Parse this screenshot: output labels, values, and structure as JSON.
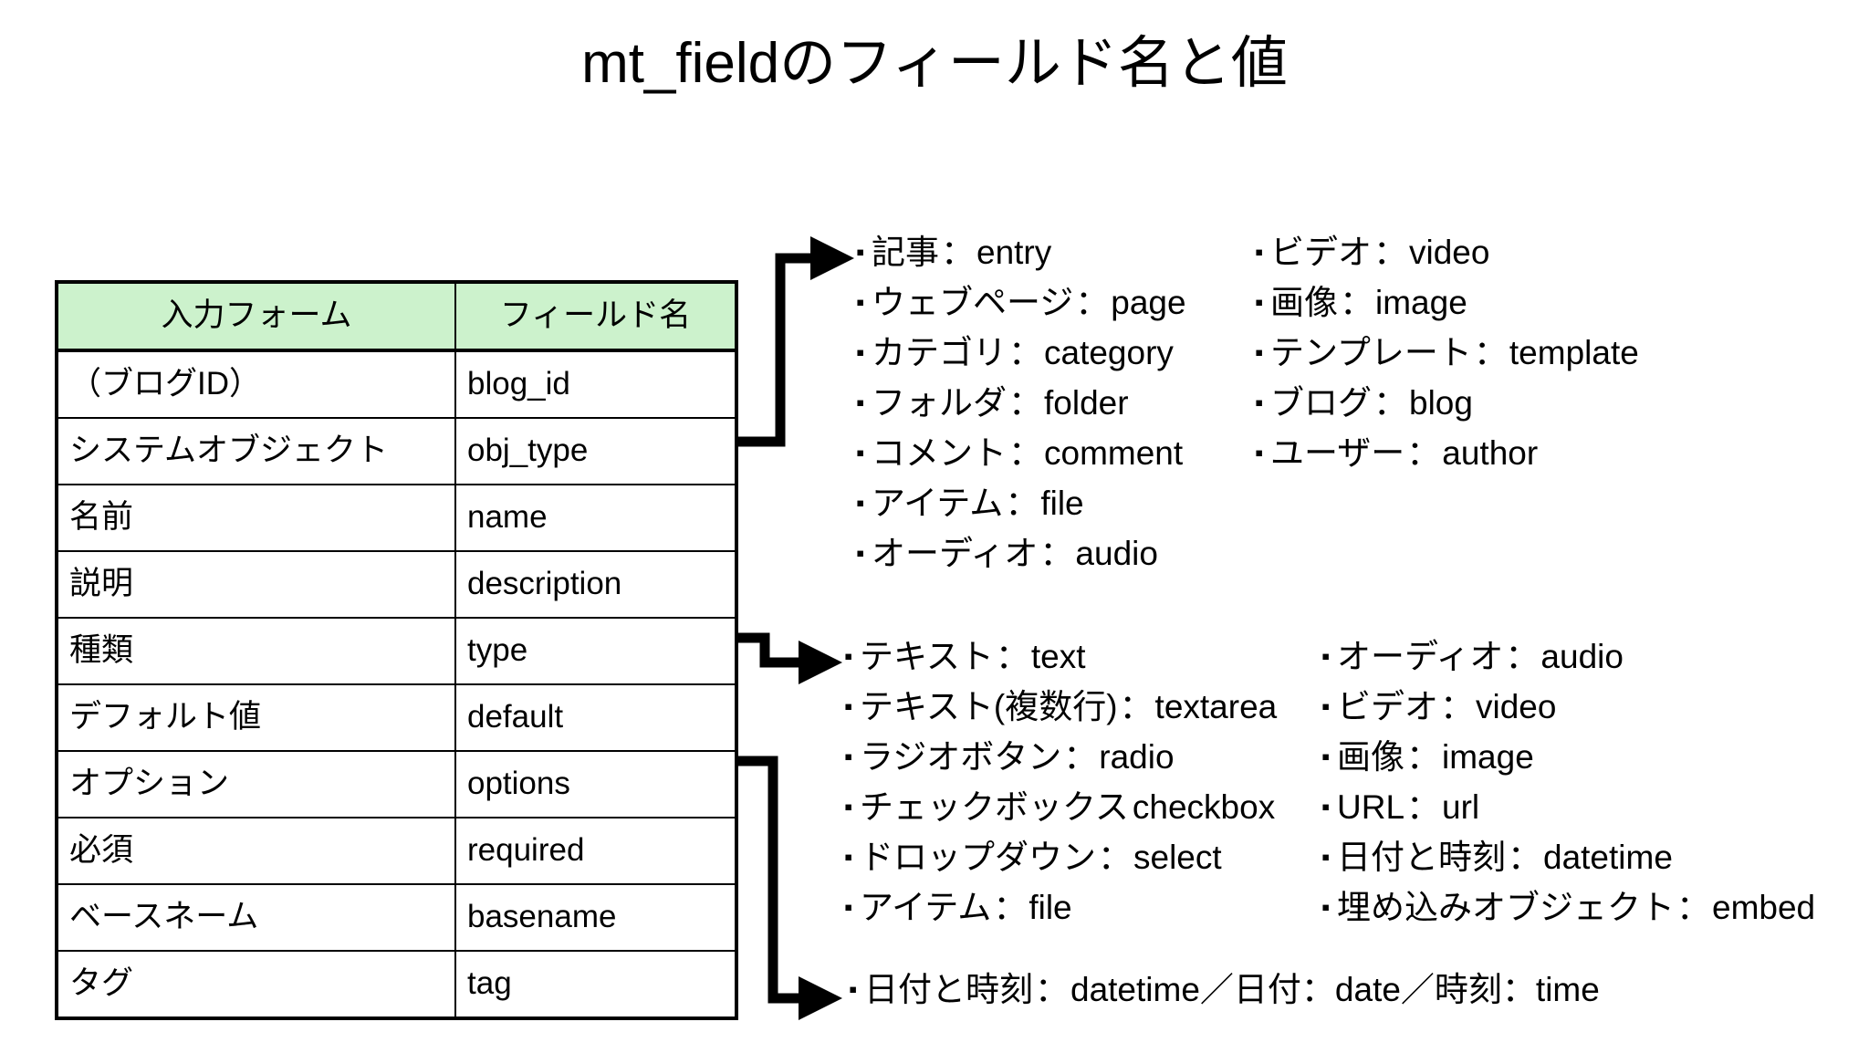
{
  "title": "mt_fieldのフィールド名と値",
  "table": {
    "headers": [
      "入力フォーム",
      "フィールド名"
    ],
    "rows": [
      {
        "form": "（ブログID）",
        "field": "blog_id"
      },
      {
        "form": "システムオブジェクト",
        "field": "obj_type"
      },
      {
        "form": "名前",
        "field": "name"
      },
      {
        "form": "説明",
        "field": "description"
      },
      {
        "form": "種類",
        "field": "type"
      },
      {
        "form": "デフォルト値",
        "field": "default"
      },
      {
        "form": "オプション",
        "field": "options"
      },
      {
        "form": "必須",
        "field": "required"
      },
      {
        "form": "ベースネーム",
        "field": "basename"
      },
      {
        "form": "タグ",
        "field": "tag"
      }
    ]
  },
  "obj_type_values": {
    "column1": [
      {
        "jp": "記事",
        "sep": "：",
        "en": "entry"
      },
      {
        "jp": "ウェブページ",
        "sep": "：",
        "en": "page"
      },
      {
        "jp": "カテゴリ",
        "sep": "：",
        "en": "category"
      },
      {
        "jp": "フォルダ",
        "sep": "：",
        "en": "folder"
      },
      {
        "jp": "コメント",
        "sep": "：",
        "en": "comment"
      },
      {
        "jp": "アイテム",
        "sep": "：",
        "en": "file"
      },
      {
        "jp": "オーディオ",
        "sep": "：",
        "en": "audio"
      }
    ],
    "column2": [
      {
        "jp": "ビデオ",
        "sep": "：",
        "en": "video"
      },
      {
        "jp": "画像",
        "sep": "：",
        "en": "image"
      },
      {
        "jp": "テンプレート",
        "sep": "：",
        "en": "template"
      },
      {
        "jp": "ブログ",
        "sep": "：",
        "en": "blog"
      },
      {
        "jp": "ユーザー",
        "sep": "：",
        "en": "author"
      }
    ]
  },
  "type_values": {
    "column1": [
      {
        "jp": "テキスト",
        "sep": "：",
        "en": "text"
      },
      {
        "jp": "テキスト(複数行)",
        "sep": "：",
        "en": "textarea"
      },
      {
        "jp": "ラジオボタン",
        "sep": "：",
        "en": "radio"
      },
      {
        "jp": "チェックボックス",
        "sep": "",
        "en": "checkbox"
      },
      {
        "jp": "ドロップダウン",
        "sep": "：",
        "en": "select"
      },
      {
        "jp": "アイテム",
        "sep": "：",
        "en": "file"
      }
    ],
    "column2": [
      {
        "jp": "オーディオ",
        "sep": "：",
        "en": "audio"
      },
      {
        "jp": "ビデオ",
        "sep": "：",
        "en": "video"
      },
      {
        "jp": "画像",
        "sep": "：",
        "en": "image"
      },
      {
        "jp": "URL",
        "sep": "：",
        "en": "url"
      },
      {
        "jp": "日付と時刻",
        "sep": "：",
        "en": "datetime"
      },
      {
        "jp": "埋め込みオブジェクト",
        "sep": "：",
        "en": "embed"
      }
    ]
  },
  "options_values": [
    {
      "jp": "日付と時刻",
      "sep": "：",
      "en": "datetime／日付：date／時刻：time"
    }
  ],
  "colors": {
    "header_fill": "#ccf2cc",
    "border": "#000000",
    "text": "#000000",
    "background": "#ffffff"
  }
}
